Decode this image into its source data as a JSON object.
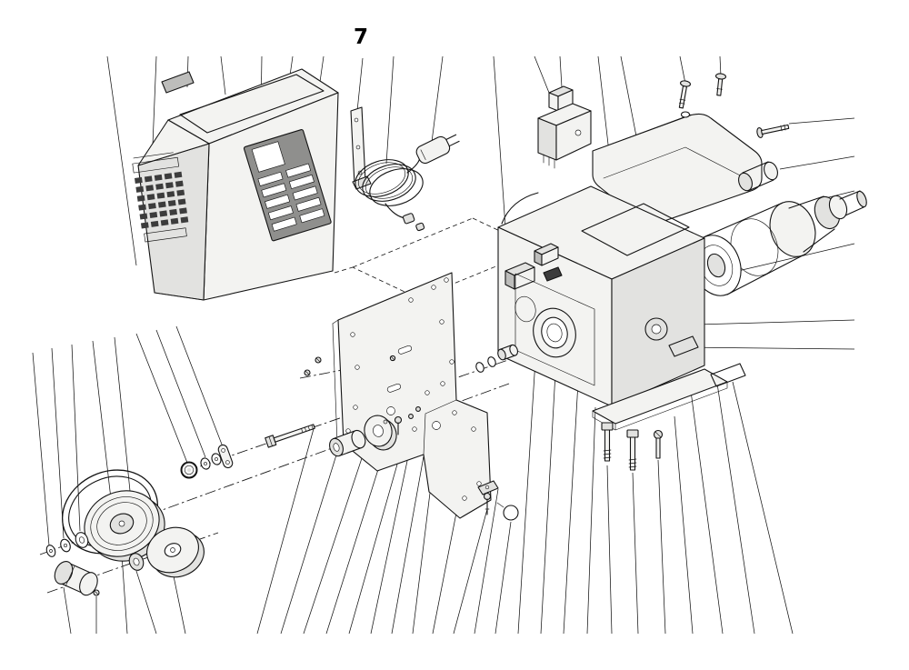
{
  "figure": {
    "label": "7",
    "type": "exploded-parts-diagram",
    "background": "#ffffff",
    "colors": {
      "line": "#141414",
      "fill_light": "#f3f3f1",
      "fill_mid": "#e2e2e0",
      "fill_dark": "#bdbdbb",
      "mesh_dark": "#3c3c3c",
      "panel_dark": "#8f8f8d"
    },
    "parts": [
      "housing-cover",
      "cover-ventilation-grille",
      "cover-label-panel",
      "cover-top-mesh",
      "mounting-bracket",
      "power-cord-coil",
      "mains-plug",
      "cord-grommet",
      "on-off-switch",
      "motor-unit-housing",
      "fan-cover",
      "air-intake-mesh",
      "terminal-blocks",
      "ignition-connector",
      "motor-cylinder",
      "pump-gear-head",
      "capacitor",
      "inspection-knob",
      "air-damper",
      "base-plate",
      "rating-label",
      "base-bolts",
      "mounting-plate",
      "plate-screws",
      "hex-bolt",
      "washers",
      "ball-bearing",
      "link-plate",
      "spacer-bushing",
      "cam-disc",
      "flywheel-pulley",
      "v-belt",
      "pulley-disc",
      "coupling-sleeve",
      "lock-nut",
      "fixing-screw",
      "knob-cap"
    ]
  }
}
